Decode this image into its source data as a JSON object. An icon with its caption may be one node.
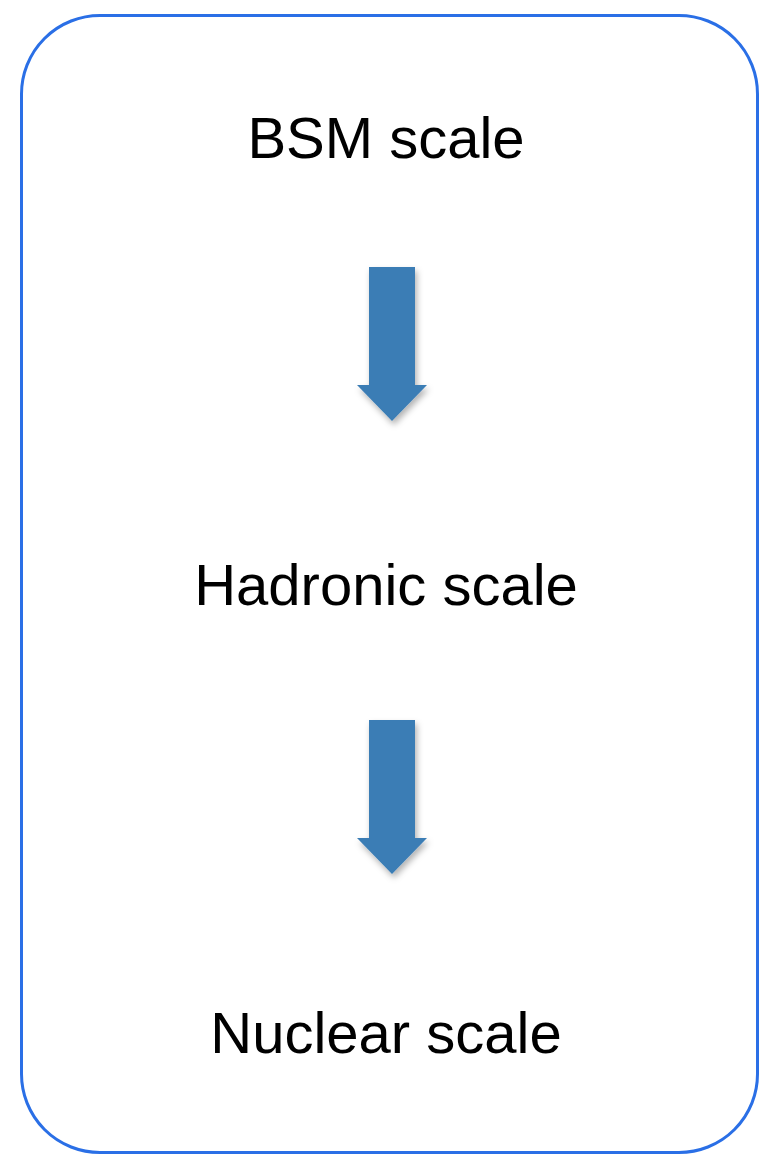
{
  "diagram": {
    "nodes": [
      {
        "text": [],
        "shape": "box"
      },
      {
        "text": [
          "BSM scale"
        ],
        "in": 0
      },
      {
        "text": [
          "Hadronic scale"
        ],
        "in": 0
      },
      {
        "text": [
          "Nuclear scale"
        ],
        "in": 0
      }
    ],
    "edges": [
      {
        "from": 1,
        "to": 2,
        "arrow": "to"
      },
      {
        "from": 2,
        "to": 3,
        "arrow": "to"
      }
    ]
  }
}
